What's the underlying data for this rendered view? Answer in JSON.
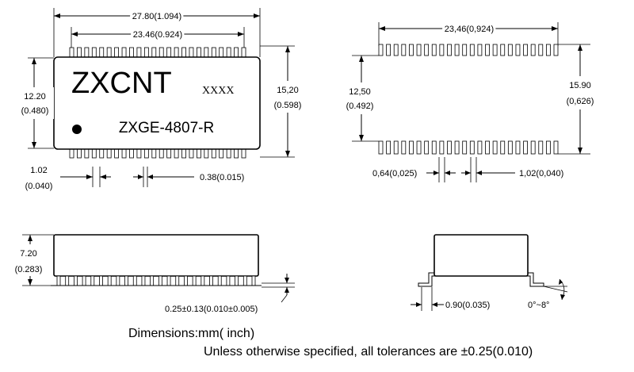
{
  "top_view": {
    "overall_length": "27.80(1.094)",
    "body_length": "23.46(0.924)",
    "body_width_mm": "12.20",
    "body_width_in": "(0.480)",
    "overall_width_mm": "15,20",
    "overall_width_in": "(0.598)",
    "pitch_mm": "1.02",
    "pitch_in": "(0.040)",
    "pin_width": "0.38(0.015)",
    "brand": "ZXCNT",
    "lot_code": "XXXX",
    "part_number": "ZXGE-4807-R"
  },
  "footprint": {
    "pad_row_length": "23,46(0,924)",
    "inner_span_mm": "12,50",
    "inner_span_in": "(0.492)",
    "outer_span_mm": "15.90",
    "outer_span_in": "(0,626)",
    "pad_width": "0,64(0,025)",
    "pad_pitch": "1,02(0,040)"
  },
  "side_view": {
    "height_mm": "7.20",
    "height_in": "(0.283)",
    "lead_thickness": "0.25±0.13(0.010±0.005)"
  },
  "end_view": {
    "foot_length": "0.90(0.035)",
    "lead_angle": "0°~8°"
  },
  "notes": {
    "units": "Dimensions:mm( inch)",
    "tolerance": "Unless otherwise specified, all tolerances are ±0.25(0.010)"
  }
}
